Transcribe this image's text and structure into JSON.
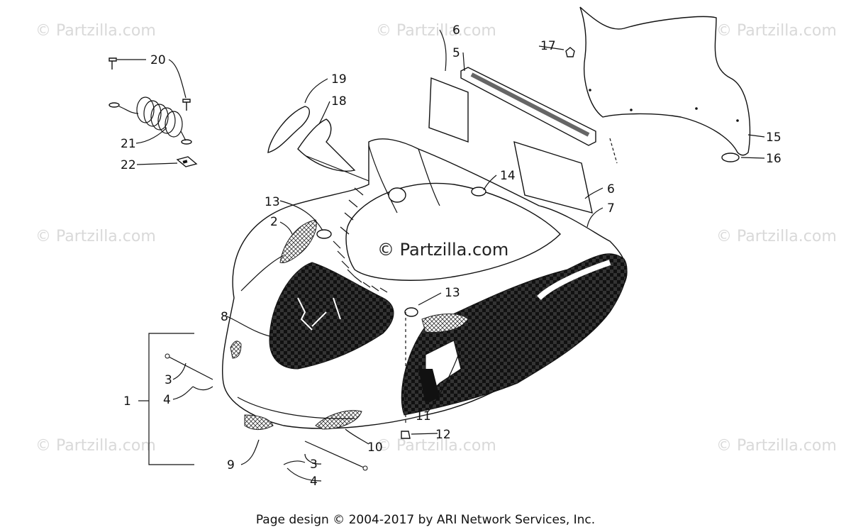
{
  "watermark": "© Partzilla.com",
  "center_watermark": "© Partzilla.com",
  "footer": "Page design © 2004-2017 by ARI Network Services, Inc.",
  "callouts": {
    "c1": "1",
    "c2": "2",
    "c3a": "3",
    "c3b": "3",
    "c4a": "4",
    "c4b": "4",
    "c5": "5",
    "c6a": "6",
    "c6b": "6",
    "c7": "7",
    "c8": "8",
    "c9": "9",
    "c10": "10",
    "c11": "11",
    "c12": "12",
    "c13a": "13",
    "c13b": "13",
    "c14": "14",
    "c15": "15",
    "c16": "16",
    "c17": "17",
    "c18": "18",
    "c19": "19",
    "c20": "20",
    "c21": "21",
    "c22": "22"
  }
}
